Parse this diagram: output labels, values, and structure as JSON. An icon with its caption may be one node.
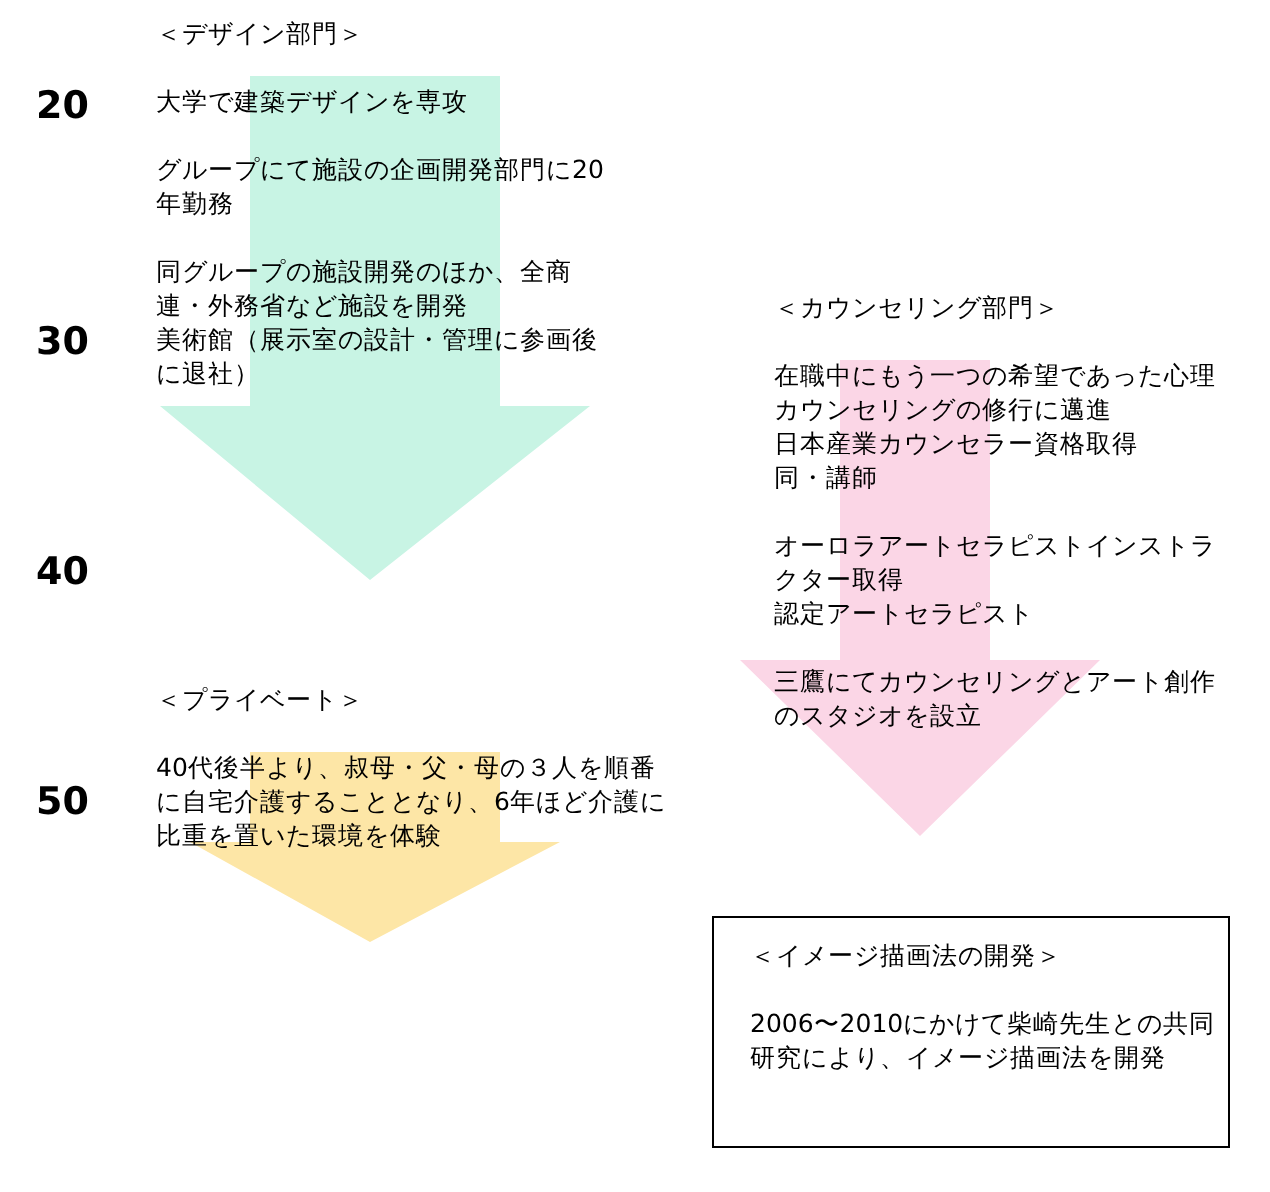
{
  "diagram": {
    "nodes": [
      {
        "text": [
          "＜デザイン部門＞",
          "大学で建築デザインを専攻",
          "グループにて施設の企画開発部門に20年勤務",
          "同グループの施設開発のほか、全商連・外務省など施設を開発",
          "美術館（展示室の設計・管理に参画後に退社）"
        ]
      },
      {
        "text": [
          "＜カウンセリング部門＞",
          "在職中にもう一つの希望であった心理カウンセリングの修行に邁進",
          "日本産業カウンセラー資格取得",
          "同・講師",
          "オーロラアートセラピストインストラクター取得",
          "認定アートセラピスト",
          "三鷹にてカウンセリングとアート創作のスタジオを設立"
        ]
      },
      {
        "text": [
          "＜プライベート＞",
          "40代後半より、叔母・父・母の３人を順番に自宅介護することとなり、6年ほど介護に比重を置いた環境を体験"
        ]
      },
      {
        "text": [
          "＜イメージ描画法の開発＞",
          "2006〜2010にかけて柴崎先生との共同研究により、イメージ描画法を開発"
        ]
      }
    ],
    "edges": [],
    "labels": [
      "20",
      "30",
      "40",
      "50"
    ]
  }
}
